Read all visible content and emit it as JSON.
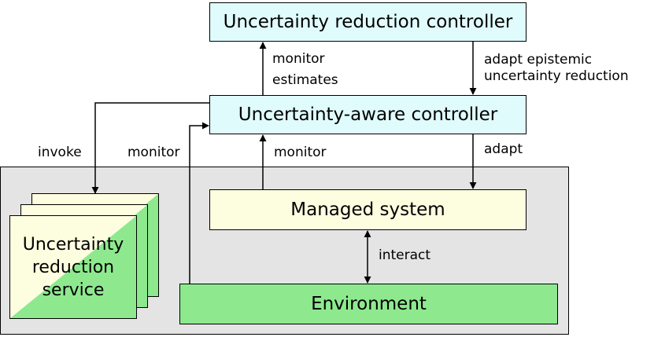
{
  "nodes": {
    "uncertainty_reduction_controller": "Uncertainty reduction controller",
    "uncertainty_aware_controller": "Uncertainty-aware controller",
    "managed_system": "Managed system",
    "environment": "Environment",
    "uncertainty_reduction_service": [
      "Uncertainty",
      "reduction",
      "service"
    ]
  },
  "edges": {
    "monitor_estimates": [
      "monitor",
      "estimates"
    ],
    "adapt_epistemic": [
      "adapt epistemic",
      "uncertainty reduction"
    ],
    "invoke": "invoke",
    "monitor_env": "monitor",
    "monitor_ms": "monitor",
    "adapt": "adapt",
    "interact": "interact"
  },
  "colors": {
    "controller_fill": "#e0fbfc",
    "managed_system_fill": "#fdfde0",
    "environment_fill": "#8ee98e",
    "region_fill": "#e4e4e4"
  }
}
